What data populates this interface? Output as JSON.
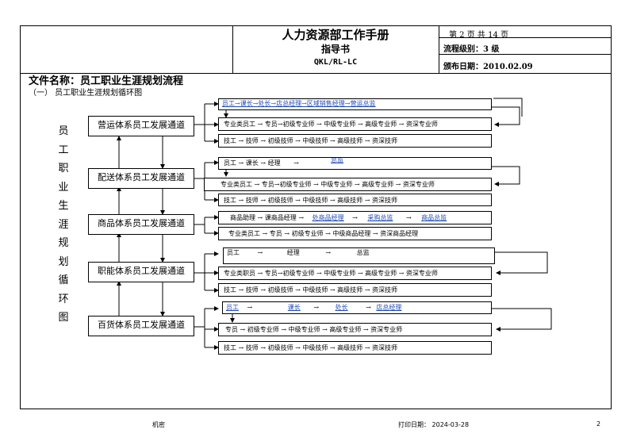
{
  "header": {
    "title": "人力资源部工作手册",
    "subtitle": "指导书",
    "code": "QKL/RL-LC",
    "page_info": "第 2 页 共 14 页",
    "level": "流程级别：3 级",
    "issue_date": "颁布日期：2010.02.09"
  },
  "doc_title": "文件名称：员工职业生涯规划流程",
  "section": "（一）  员工职业生涯规划循环图",
  "side_label": [
    "员",
    "工",
    "职",
    "业",
    "生",
    "涯",
    "规",
    "划",
    "循",
    "环",
    "图"
  ],
  "channels": [
    "营运体系员工发展通道",
    "配送体系员工发展通道",
    "商品体系员工发展通道",
    "职能体系员工发展通道",
    "百货体系员工发展通道"
  ],
  "rows": {
    "r1": "员工→课长→处长→店总经理→区域销售经理→营运总监",
    "r2": "专业类员工 →  专员→初级专业师 → 中级专业师 → 高级专业师 → 资深专业师",
    "r3": "技工 → 技师 → 初级技师 → 中级技师 → 高级技师 → 资深技师",
    "r4a": "员工 → 课长 → 经理",
    "r4b": "→",
    "r4c": "总监",
    "r5": "专业类员工 →  专员→初级专业师 → 中级专业师 → 高级专业师 → 资深专业师",
    "r6": "技工 → 技师 → 初级技师 → 中级技师 → 高级技师 → 资深技师",
    "r7a": "商品助理 →  课商品经理 →",
    "r7b": "处商品经理",
    "r7c": "→",
    "r7d": "采购总监",
    "r7e": "→",
    "r7f": "商品总监",
    "r8": "专业类员工 →    专员  →  初级专业师 → 中级商品经理 → 资深商品经理",
    "r9a": "员工",
    "r9b": "→",
    "r9c": "经理",
    "r9d": "→",
    "r9e": "总监",
    "r10": "专业类职员 →  专员→初级专业师 → 中级专业师 → 高级专业师 → 资深专业师",
    "r11": "技工 → 技师  →  初级技师 → 中级技师 → 高级技师 → 资深技师",
    "r12a": "员工",
    "r12b": "→",
    "r12c": "课长",
    "r12d": "→",
    "r12e": "处长",
    "r12f": "→",
    "r12g": "店总经理",
    "r13": "专员  →  初级专业师 →  中级专业师 →  高级专业师 →  资深专业师",
    "r14": "技工 → 技师 → 初级技师 → 中级技师 → 高级技师 → 资深技师"
  },
  "footer": {
    "left": "机密",
    "print_date": "打印日期： 2024-03-28",
    "page_num": "2"
  },
  "colors": {
    "link": "#1f49b6",
    "border": "#000000"
  }
}
